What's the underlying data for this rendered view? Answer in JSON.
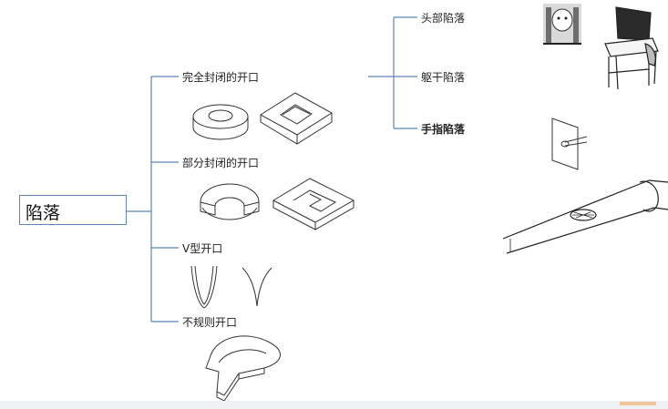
{
  "root": {
    "label": "陷落"
  },
  "branches": [
    {
      "label": "完全封闭的开口"
    },
    {
      "label": "部分封闭的开口"
    },
    {
      "label": "V型开口"
    },
    {
      "label": "不规则开口"
    }
  ],
  "sub_branches": [
    {
      "label": "头部陷落"
    },
    {
      "label": "躯干陷落"
    },
    {
      "label": "手指陷落"
    }
  ],
  "colors": {
    "connector": "#5b86b7",
    "sketch": "#333333"
  }
}
